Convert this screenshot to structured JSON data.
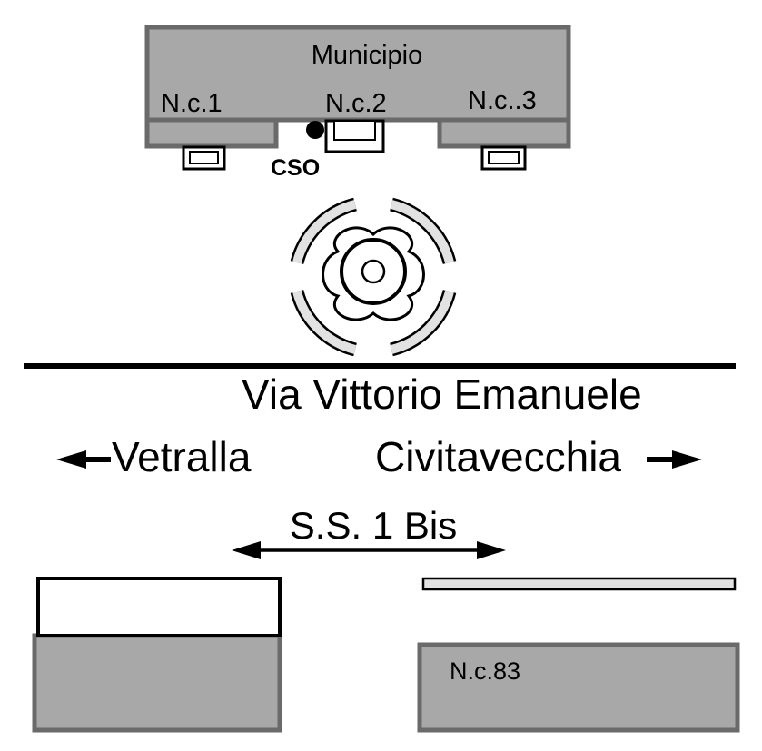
{
  "municipio": {
    "title": "Municipio"
  },
  "entrances": [
    {
      "label": "N.c.1"
    },
    {
      "label": "N.c.2"
    },
    {
      "label": "N.c..3"
    }
  ],
  "cso_label": "CSO",
  "street": {
    "name": "Via Vittorio Emanuele"
  },
  "directions": {
    "left": "Vetralla",
    "right": "Civitavecchia",
    "road": "S.S. 1 Bis"
  },
  "bottom_building": {
    "label": "N.c.83"
  },
  "colors": {
    "building_fill": "#a8a8a8",
    "building_stroke": "#6a6a6a",
    "light_fill": "#e2e2e2",
    "ink": "#000000"
  }
}
